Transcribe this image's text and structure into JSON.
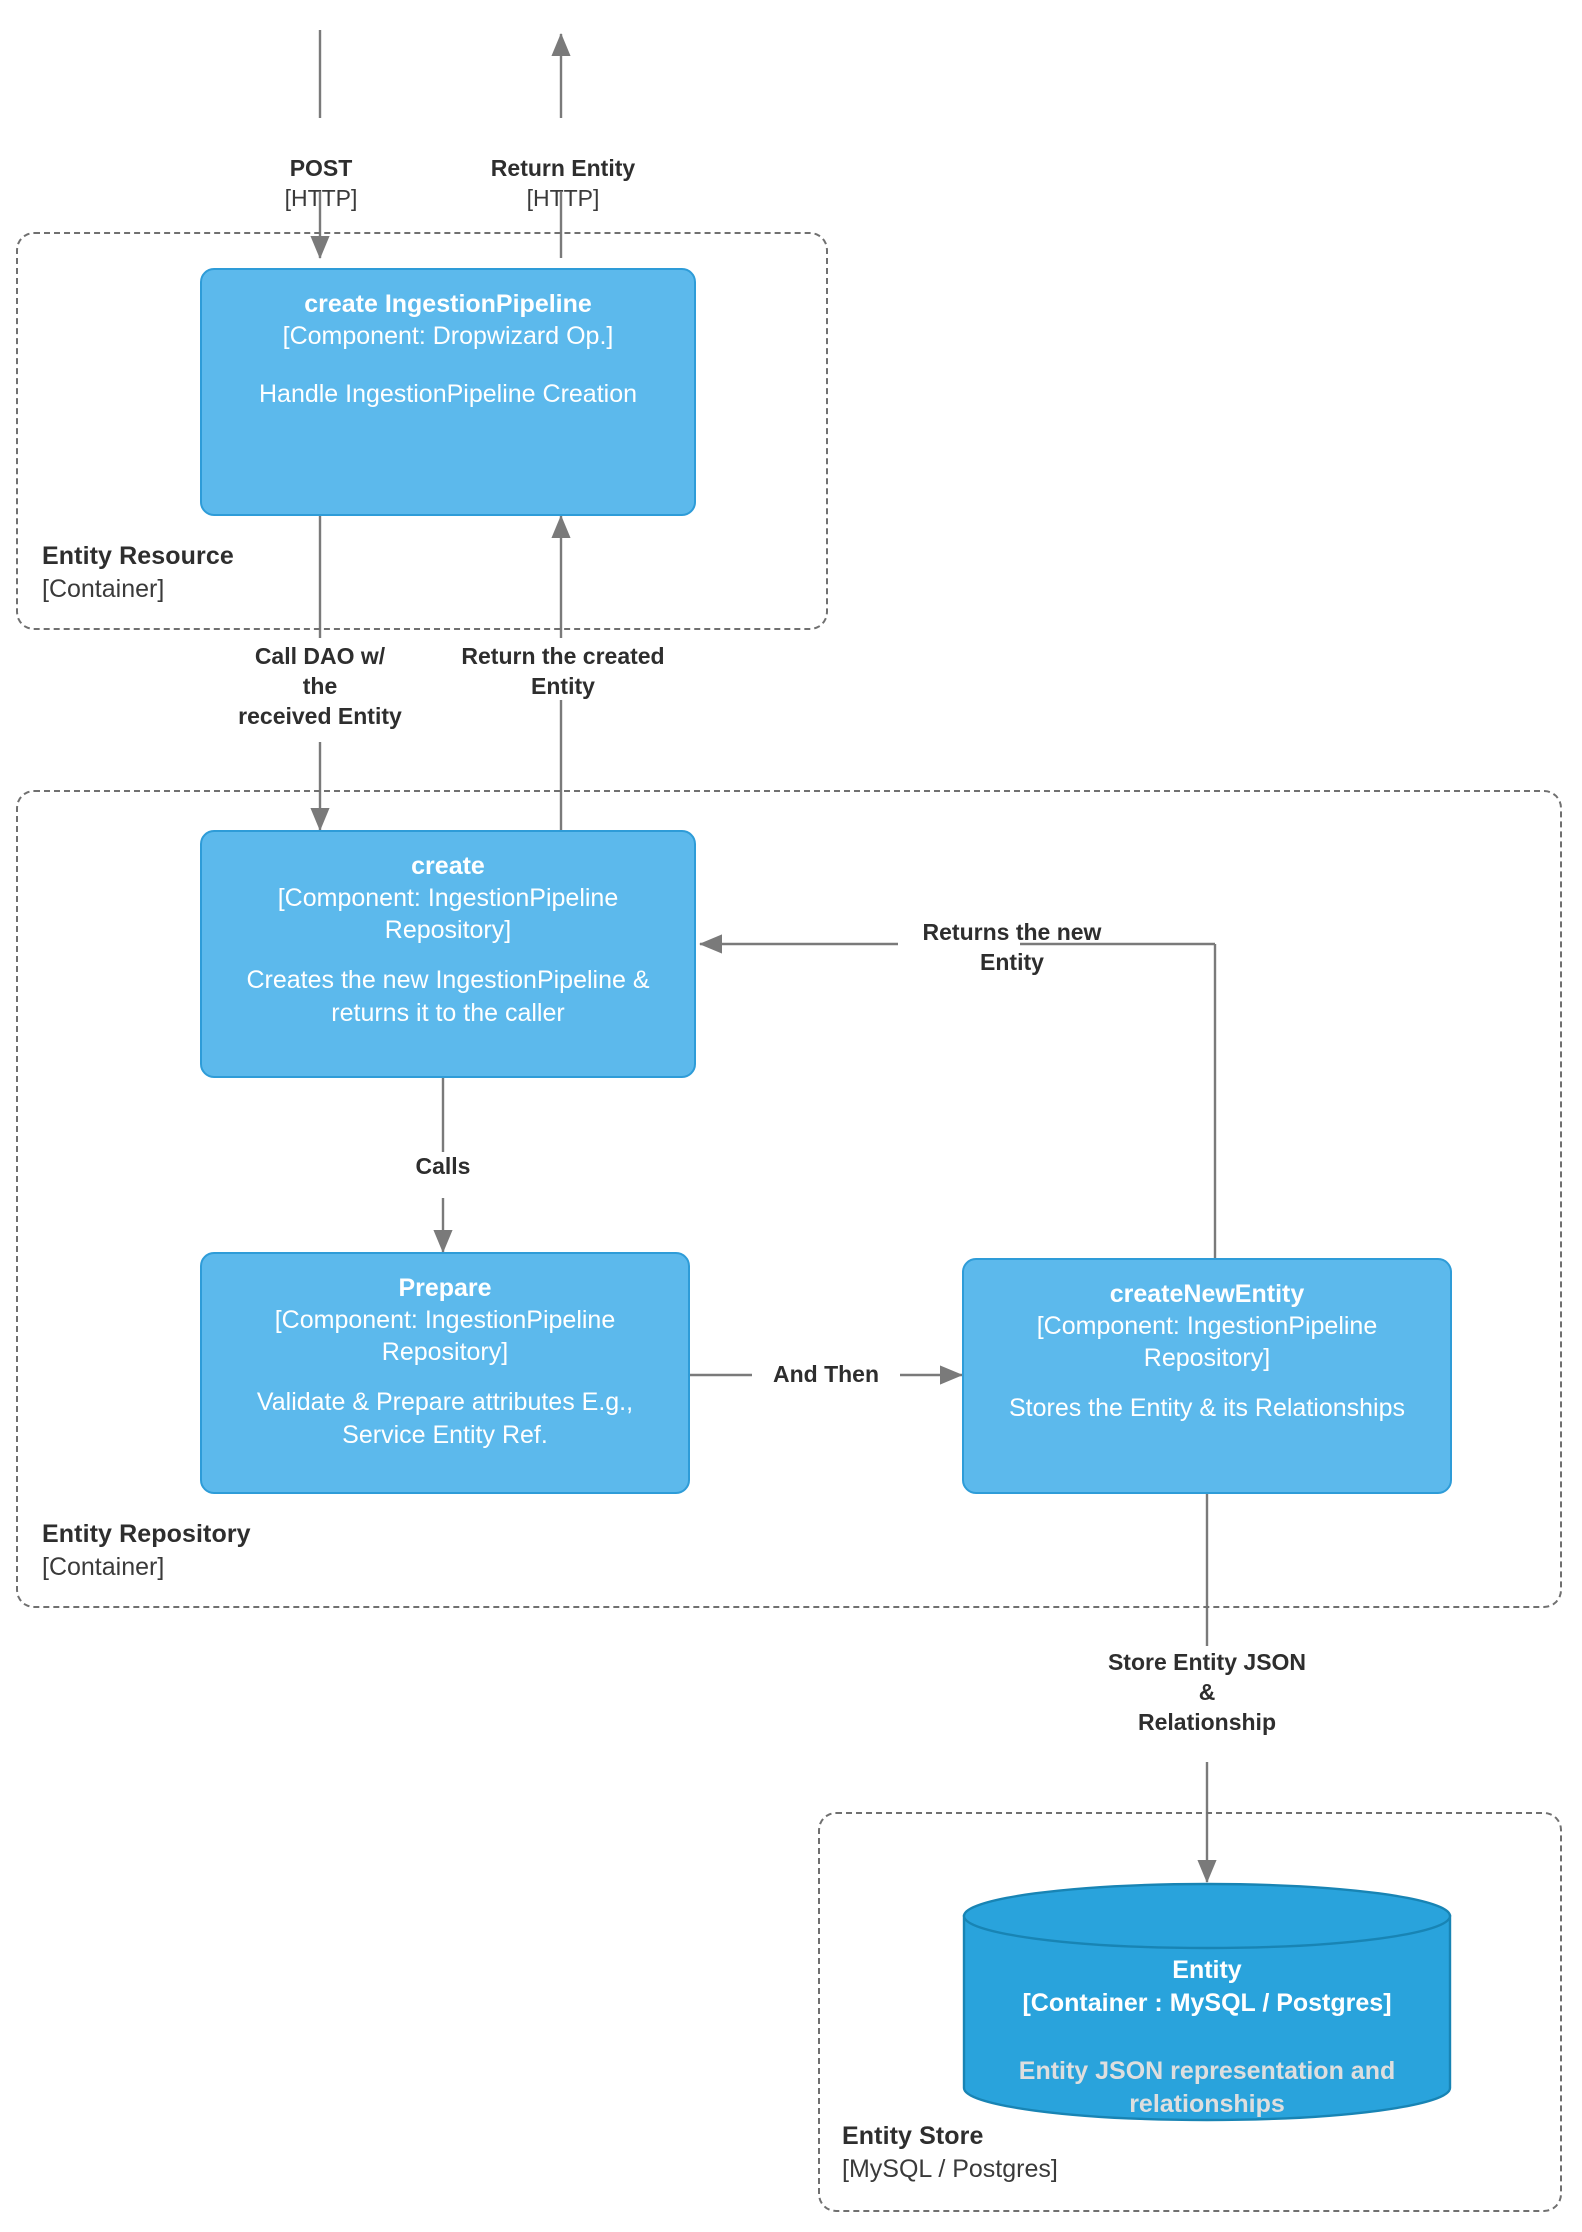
{
  "diagram": {
    "title": "Entity Creation Flow (C4 Component Diagram)",
    "accent_blue": "#5CB9EC",
    "accent_blue_border": "#2e9cd8",
    "db_blue": "#29A3DC",
    "db_blue_border": "#1884B4",
    "line_gray": "#7a7a7a",
    "boundary_gray": "#707070",
    "text_dark": "#2e2e2e",
    "db_desc_gray": "#dedede"
  },
  "boundaries": [
    {
      "id": "entity-resource",
      "name": "Entity Resource",
      "tech": "[Container]"
    },
    {
      "id": "entity-repository",
      "name": "Entity Repository",
      "tech": "[Container]"
    },
    {
      "id": "entity-store",
      "name": "Entity Store",
      "tech": "[MySQL / Postgres]"
    }
  ],
  "components": [
    {
      "id": "create-ingestion-pipeline",
      "title": "create IngestionPipeline",
      "tech": "[Component: Dropwizard Op.]",
      "desc": "Handle IngestionPipeline Creation"
    },
    {
      "id": "create",
      "title": "create",
      "tech": "[Component: IngestionPipeline Repository]",
      "desc": "Creates the new IngestionPipeline & returns it to the caller"
    },
    {
      "id": "prepare",
      "title": "Prepare",
      "tech": "[Component: IngestionPipeline Repository]",
      "desc": "Validate & Prepare attributes E.g., Service Entity Ref."
    },
    {
      "id": "create-new-entity",
      "title": "createNewEntity",
      "tech": "[Component: IngestionPipeline Repository]",
      "desc": "Stores the Entity & its Relationships"
    }
  ],
  "database": {
    "id": "entity-db",
    "title": "Entity",
    "tech": "[Container : MySQL / Postgres]",
    "desc": "Entity JSON representation and relationships"
  },
  "edges": [
    {
      "id": "post",
      "label": "POST",
      "tech": "[HTTP]"
    },
    {
      "id": "return-entity",
      "label": "Return Entity",
      "tech": "[HTTP]"
    },
    {
      "id": "call-dao",
      "label": "Call DAO w/\nthe\nreceived Entity",
      "tech": ""
    },
    {
      "id": "return-created",
      "label": "Return the created\nEntity",
      "tech": ""
    },
    {
      "id": "returns-new",
      "label": "Returns the new\nEntity",
      "tech": ""
    },
    {
      "id": "calls",
      "label": "Calls",
      "tech": ""
    },
    {
      "id": "and-then",
      "label": "And Then",
      "tech": ""
    },
    {
      "id": "store-entity",
      "label": "Store Entity JSON\n&\nRelationship",
      "tech": ""
    }
  ]
}
